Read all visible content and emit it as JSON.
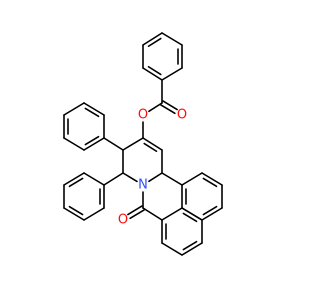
{
  "molecule": {
    "atom_labels": [
      {
        "id": "O1",
        "symbol": "O",
        "color": "#ff0d0d"
      },
      {
        "id": "O2",
        "symbol": "O",
        "color": "#ff0d0d"
      },
      {
        "id": "N1",
        "symbol": "N",
        "color": "#3050f8"
      },
      {
        "id": "O3",
        "symbol": "O",
        "color": "#ff0d0d"
      }
    ]
  },
  "colors": {
    "bond": "#000000",
    "background": "#ffffff"
  }
}
